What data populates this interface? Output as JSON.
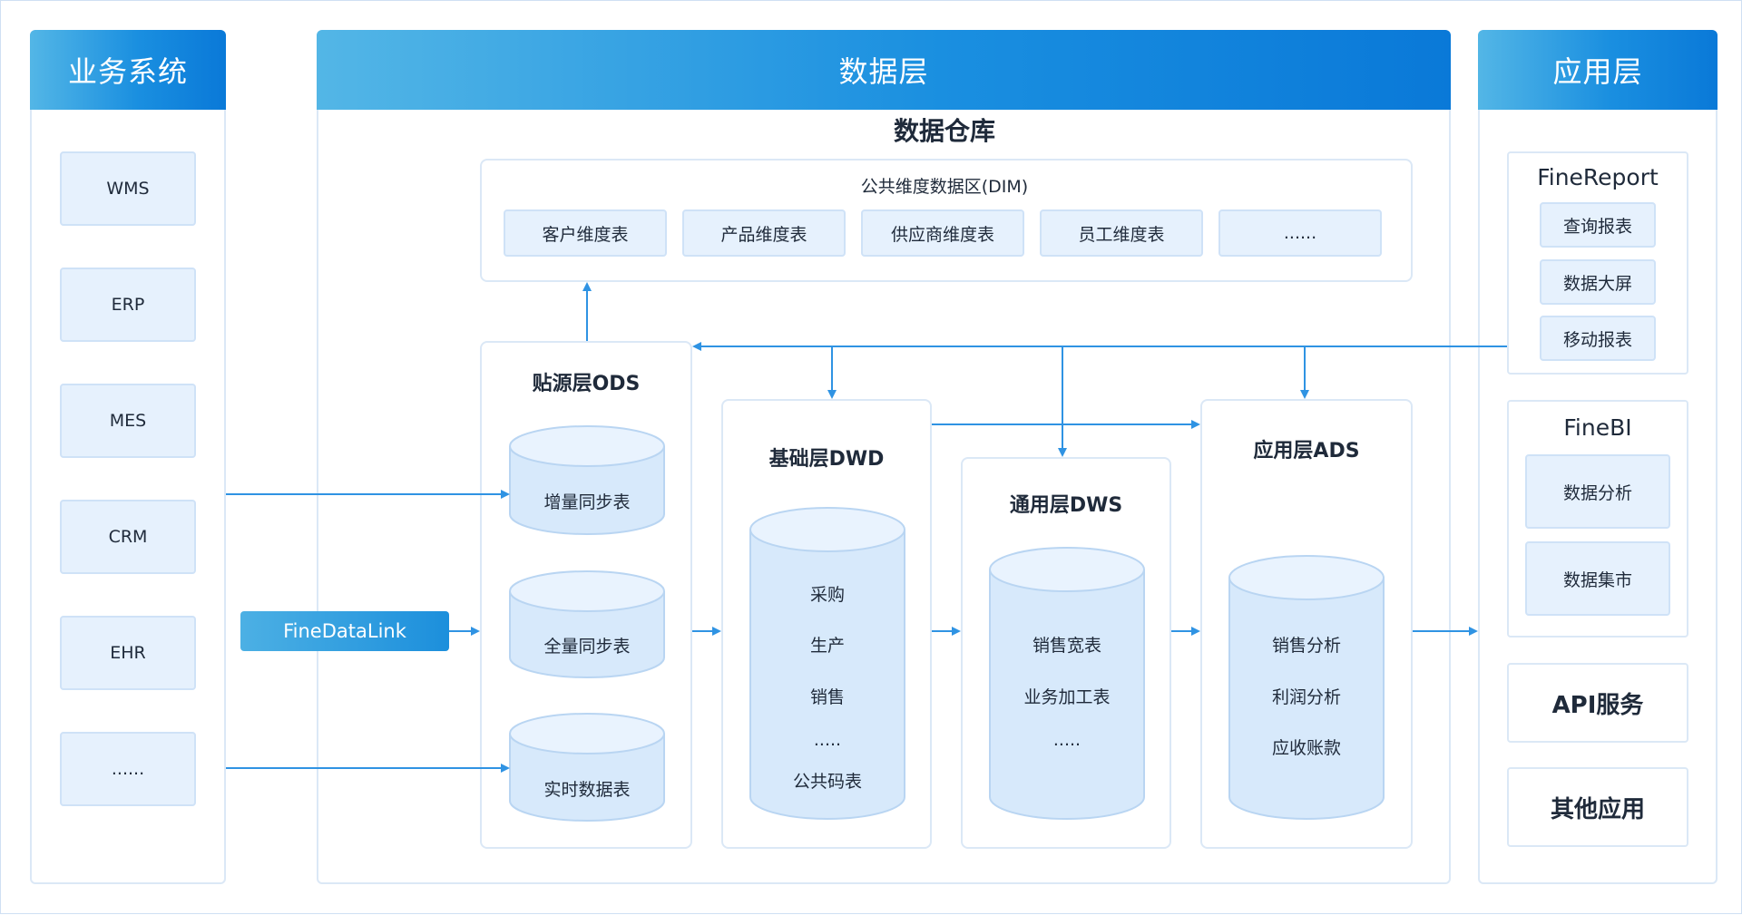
{
  "headers": {
    "business": "业务系统",
    "data_layer": "数据层",
    "app_layer": "应用层"
  },
  "business_systems": [
    "WMS",
    "ERP",
    "MES",
    "CRM",
    "EHR",
    "......"
  ],
  "tool": "FineDataLink",
  "warehouse": {
    "title": "数据仓库",
    "dim": {
      "title": "公共维度数据区(DIM)",
      "tables": [
        "客户维度表",
        "产品维度表",
        "供应商维度表",
        "员工维度表",
        "......"
      ]
    },
    "ods": {
      "title": "贴源层ODS",
      "tables": [
        "增量同步表",
        "全量同步表",
        "实时数据表"
      ]
    },
    "dwd": {
      "title": "基础层DWD",
      "items": [
        "采购",
        "生产",
        "销售",
        ".....",
        "公共码表"
      ]
    },
    "dws": {
      "title": "通用层DWS",
      "items": [
        "销售宽表",
        "业务加工表",
        "....."
      ]
    },
    "ads": {
      "title": "应用层ADS",
      "items": [
        "销售分析",
        "利润分析",
        "应收账款"
      ]
    }
  },
  "applications": {
    "finereport": {
      "title": "FineReport",
      "items": [
        "查询报表",
        "数据大屏",
        "移动报表"
      ]
    },
    "finebi": {
      "title": "FineBI",
      "items": [
        "数据分析",
        "数据集市"
      ]
    },
    "api": "API服务",
    "other": "其他应用"
  },
  "colors": {
    "accent": "#1a8fe0",
    "arrow": "#2f93e3",
    "box_fill": "#e6f1fd",
    "border": "#dbe8f6"
  }
}
